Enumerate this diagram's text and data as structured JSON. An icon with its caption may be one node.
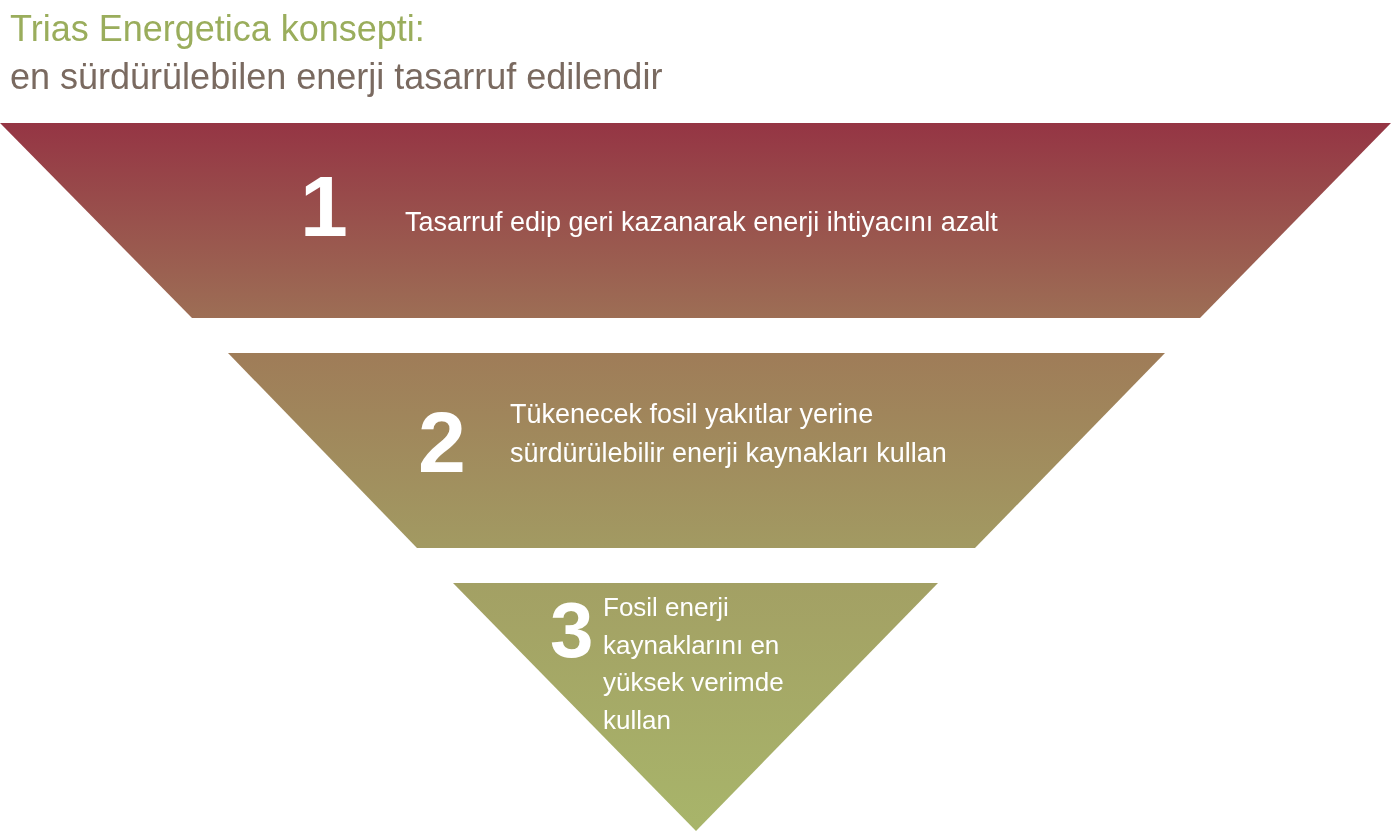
{
  "diagram": {
    "title": "Trias Energetica konsepti:",
    "nodes": [
      {
        "text": [
          "1",
          "Tasarruf edip geri kazanarak enerji ihtiyacını azalt"
        ]
      },
      {
        "text": [
          "2",
          "Tükenecek fosil yakıtlar yerine sürdürülebilir enerji kaynakları kullan"
        ]
      },
      {
        "text": [
          "3",
          "Fosil enerji kaynaklarını en yüksek verimde kullan"
        ]
      }
    ],
    "edges": [],
    "labels": [
      "en sürdürülebilen enerji tasarruf edilendir"
    ]
  }
}
